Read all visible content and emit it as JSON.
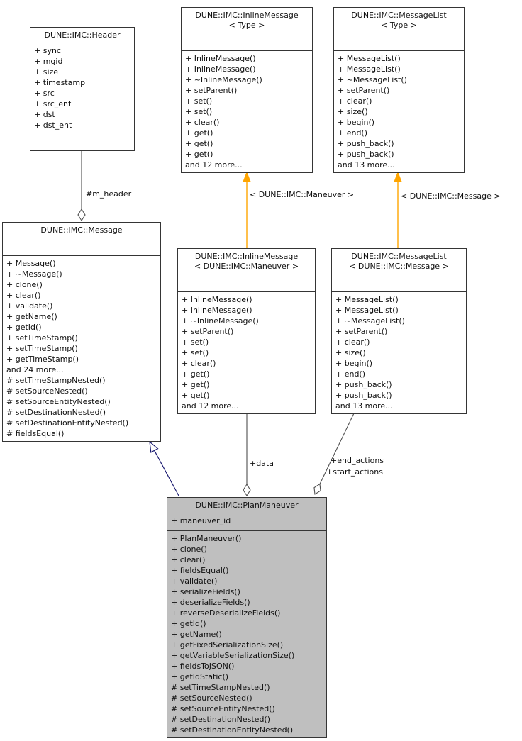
{
  "classes": {
    "header": {
      "title": "DUNE::IMC::Header",
      "attributes": [
        "+ sync",
        "+ mgid",
        "+ size",
        "+ timestamp",
        "+ src",
        "+ src_ent",
        "+ dst",
        "+ dst_ent"
      ],
      "methods": []
    },
    "inline_message_template": {
      "title_line1": "DUNE::IMC::InlineMessage",
      "title_line2": "< Type >",
      "attributes": [],
      "methods": [
        "+ InlineMessage()",
        "+ InlineMessage()",
        "+ ~InlineMessage()",
        "+ setParent()",
        "+ set()",
        "+ set()",
        "+ clear()",
        "+ get()",
        "+ get()",
        "+ get()",
        "and 12 more..."
      ]
    },
    "message_list_template": {
      "title_line1": "DUNE::IMC::MessageList",
      "title_line2": "< Type >",
      "attributes": [],
      "methods": [
        "+ MessageList()",
        "+ MessageList()",
        "+ ~MessageList()",
        "+ setParent()",
        "+ clear()",
        "+ size()",
        "+ begin()",
        "+ end()",
        "+ push_back()",
        "+ push_back()",
        "and 13 more..."
      ]
    },
    "message": {
      "title": "DUNE::IMC::Message",
      "attributes": [],
      "methods": [
        "+ Message()",
        "+ ~Message()",
        "+ clone()",
        "+ clear()",
        "+ validate()",
        "+ getName()",
        "+ getId()",
        "+ setTimeStamp()",
        "+ setTimeStamp()",
        "+ getTimeStamp()",
        "and 24 more...",
        "# setTimeStampNested()",
        "# setSourceNested()",
        "# setSourceEntityNested()",
        "# setDestinationNested()",
        "# setDestinationEntityNested()",
        "# fieldsEqual()"
      ]
    },
    "inline_message_maneuver": {
      "title_line1": "DUNE::IMC::InlineMessage",
      "title_line2": "< DUNE::IMC::Maneuver >",
      "attributes": [],
      "methods": [
        "+ InlineMessage()",
        "+ InlineMessage()",
        "+ ~InlineMessage()",
        "+ setParent()",
        "+ set()",
        "+ set()",
        "+ clear()",
        "+ get()",
        "+ get()",
        "+ get()",
        "and 12 more..."
      ]
    },
    "message_list_message": {
      "title_line1": "DUNE::IMC::MessageList",
      "title_line2": "< DUNE::IMC::Message >",
      "attributes": [],
      "methods": [
        "+ MessageList()",
        "+ MessageList()",
        "+ ~MessageList()",
        "+ setParent()",
        "+ clear()",
        "+ size()",
        "+ begin()",
        "+ end()",
        "+ push_back()",
        "+ push_back()",
        "and 13 more..."
      ]
    },
    "plan_maneuver": {
      "title": "DUNE::IMC::PlanManeuver",
      "attributes": [
        "+ maneuver_id"
      ],
      "methods": [
        "+ PlanManeuver()",
        "+ clone()",
        "+ clear()",
        "+ fieldsEqual()",
        "+ validate()",
        "+ serializeFields()",
        "+ deserializeFields()",
        "+ reverseDeserializeFields()",
        "+ getId()",
        "+ getName()",
        "+ getFixedSerializationSize()",
        "+ getVariableSerializationSize()",
        "+ fieldsToJSON()",
        "+ getIdStatic()",
        "# setTimeStampNested()",
        "# setSourceNested()",
        "# setSourceEntityNested()",
        "# setDestinationNested()",
        "# setDestinationEntityNested()"
      ]
    }
  },
  "edges": {
    "m_header": {
      "label": "#m_header"
    },
    "inline_instantiation": {
      "label": "< DUNE::IMC::Maneuver >"
    },
    "list_instantiation": {
      "label": "< DUNE::IMC::Message >"
    },
    "data": {
      "label": "+data"
    },
    "actions": {
      "label_line1": "+end_actions",
      "label_line2": "+start_actions"
    }
  },
  "colors": {
    "highlight_fill": "#bfbfbf",
    "template_edge": "#ffa500",
    "inheritance_edge": "#191970",
    "association_edge": "#4f4f4f",
    "box_border": "#353535"
  }
}
